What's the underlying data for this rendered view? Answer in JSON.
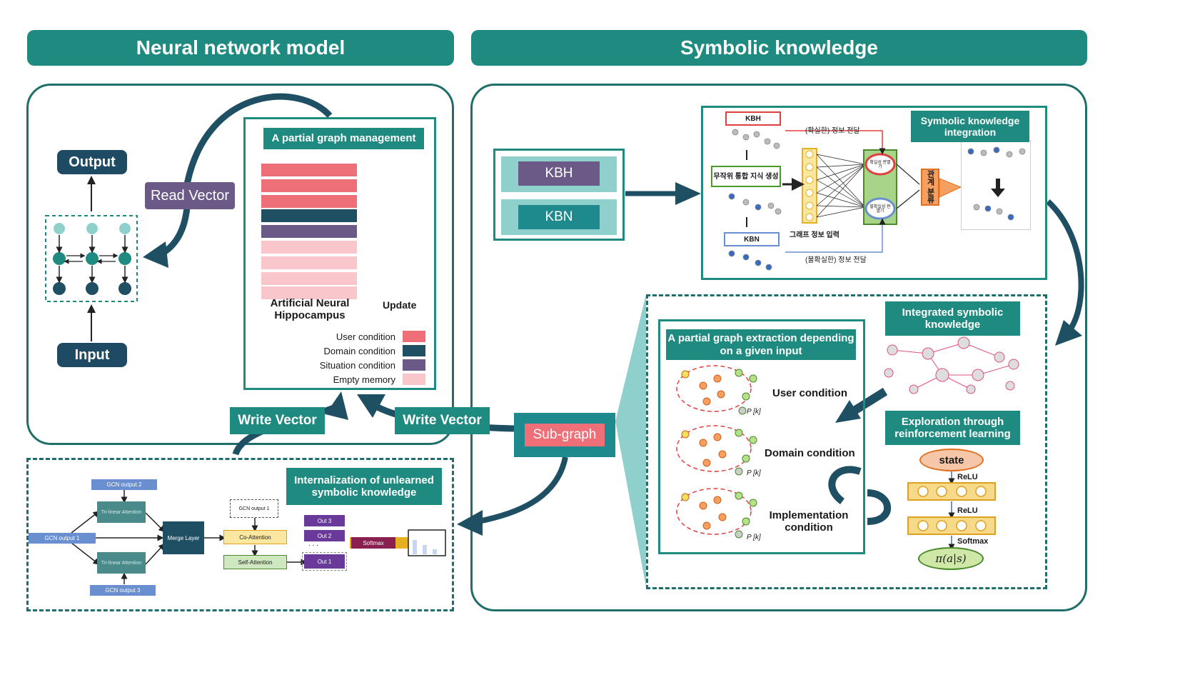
{
  "headers": {
    "left": "Neural network model",
    "right": "Symbolic knowledge"
  },
  "left": {
    "output": "Output",
    "input": "Input",
    "read_vector": "Read Vector",
    "graph_mgmt_title": "A partial graph management",
    "hippocampus": "Artificial Neural Hippocampus",
    "update": "Update",
    "legend": [
      {
        "label": "User condition",
        "color": "#ee6f77"
      },
      {
        "label": "Domain condition",
        "color": "#1e4f62"
      },
      {
        "label": "Situation condition",
        "color": "#6b5a87"
      },
      {
        "label": "Empty memory",
        "color": "#f9c6cc"
      }
    ],
    "write_vector_1": "Write Vector",
    "write_vector_2": "Write Vector"
  },
  "internalization": {
    "title": "Internalization of unlearned symbolic knowledge",
    "gcn_output_1": "GCN output 1",
    "gcn_output_2": "GCN output 2",
    "gcn_output_3": "GCN output 3",
    "gcn_output_1b": "GCN output 1",
    "tri_linear_1": "Tri-linear Attention",
    "tri_linear_2": "Tri-linear Attention",
    "merge_layer": "Merge Layer",
    "co_attention": "Co-Attention",
    "self_attention": "Self-Attention",
    "out3": "Out 3",
    "out2": "Out 2",
    "out1": "Out 1",
    "dots": ". . .",
    "softmax": "Softmax"
  },
  "right": {
    "kbh": "KBH",
    "kbn": "KBN",
    "sk_integration": "Symbolic knowledge integration",
    "kbh_small": "KBH",
    "kbn_small": "KBN",
    "random_integration": "무작위 통합 지식 생성",
    "certain_info": "(확실한) 정보 전달",
    "uncertain_info": "(불확실한) 정보 전달",
    "graph_input": "그래프 정보 입력",
    "certain_disc": "확실성 판별기",
    "uncertain_disc": "불확실성 판별기",
    "relation_class": "관계 분류",
    "sub_graph": "Sub-graph",
    "extraction_title": "A partial graph extraction depending on a given input",
    "user_condition": "User condition",
    "domain_condition": "Domain condition",
    "implementation_condition": "Implementation condition",
    "p_label": "P",
    "k_label": "[k]",
    "integrated_title": "Integrated symbolic knowledge",
    "rl_title": "Exploration through reinforcement learning",
    "state": "state",
    "relu1": "ReLU",
    "relu2": "ReLU",
    "softmax": "Softmax",
    "policy": "π(a|s)"
  }
}
